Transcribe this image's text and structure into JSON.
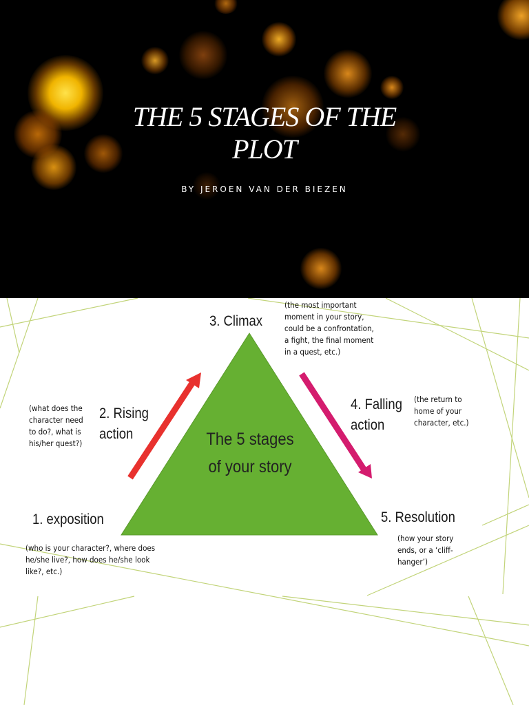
{
  "title_slide": {
    "title_line1": "THE 5 STAGES OF THE",
    "title_line2": "PLOT",
    "subtitle": "BY JEROEN VAN DER BIEZEN"
  },
  "diagram": {
    "center_line1": "The 5 stages",
    "center_line2": "of your story",
    "stages": {
      "climax": {
        "label": "3. Climax",
        "note": [
          "(the most important",
          "moment in your story,",
          "could be a confrontation,",
          "a fight, the final moment",
          "in a quest, etc.)"
        ]
      },
      "rising": {
        "label_line1": "2. Rising",
        "label_line2": "action",
        "note": [
          "(what does the",
          "character need",
          "to do?, what is",
          "his/her quest?)"
        ]
      },
      "falling": {
        "label_line1": "4. Falling",
        "label_line2": "action",
        "note": [
          "(the return to",
          "home of your",
          "character, etc.)"
        ]
      },
      "exposition": {
        "label": "1. exposition",
        "note": [
          "(who is your character?, where does",
          "he/she live?, how does he/she look",
          "like?, etc.)"
        ]
      },
      "resolution": {
        "label": "5. Resolution",
        "note": [
          "(how your story",
          "ends, or a ‘cliff-",
          "hanger’)"
        ]
      }
    },
    "colors": {
      "triangle": "#66b032",
      "rising_arrow": "#e8312e",
      "falling_arrow": "#d41c6e",
      "deco_lines": "#c2d47a"
    }
  }
}
